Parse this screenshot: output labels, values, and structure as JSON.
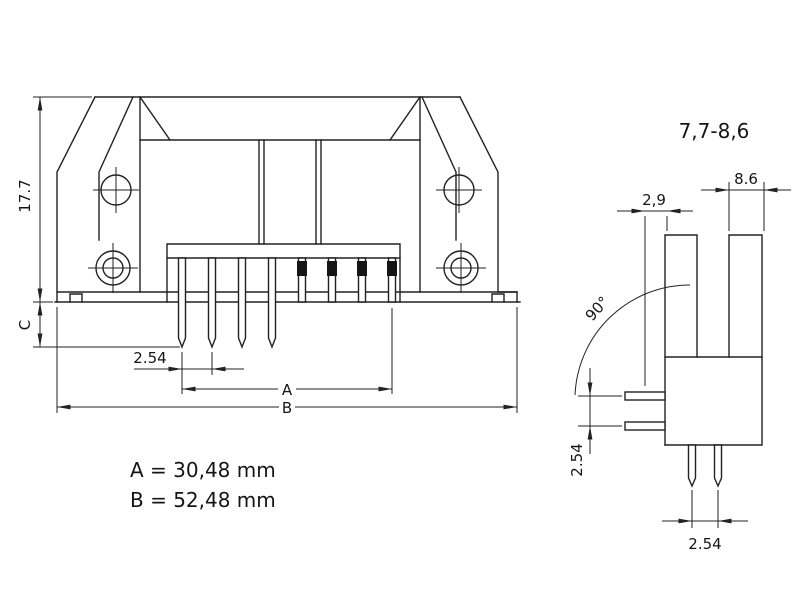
{
  "colors": {
    "background": "#ffffff",
    "line": "#222222"
  },
  "front_view": {
    "dim_height": "17.7",
    "dim_c": "C",
    "dim_pitch": "2.54",
    "dim_a": "A",
    "dim_b": "B"
  },
  "side_view": {
    "depth_range": "7,7-8,6",
    "dim_depth": "8.6",
    "dim_offset": "2,9",
    "dim_angle": "90°",
    "dim_pitch_side": "2.54",
    "dim_pitch_bottom": "2.54"
  },
  "legend": {
    "a_value": "A = 30,48 mm",
    "b_value": "B = 52,48 mm"
  }
}
